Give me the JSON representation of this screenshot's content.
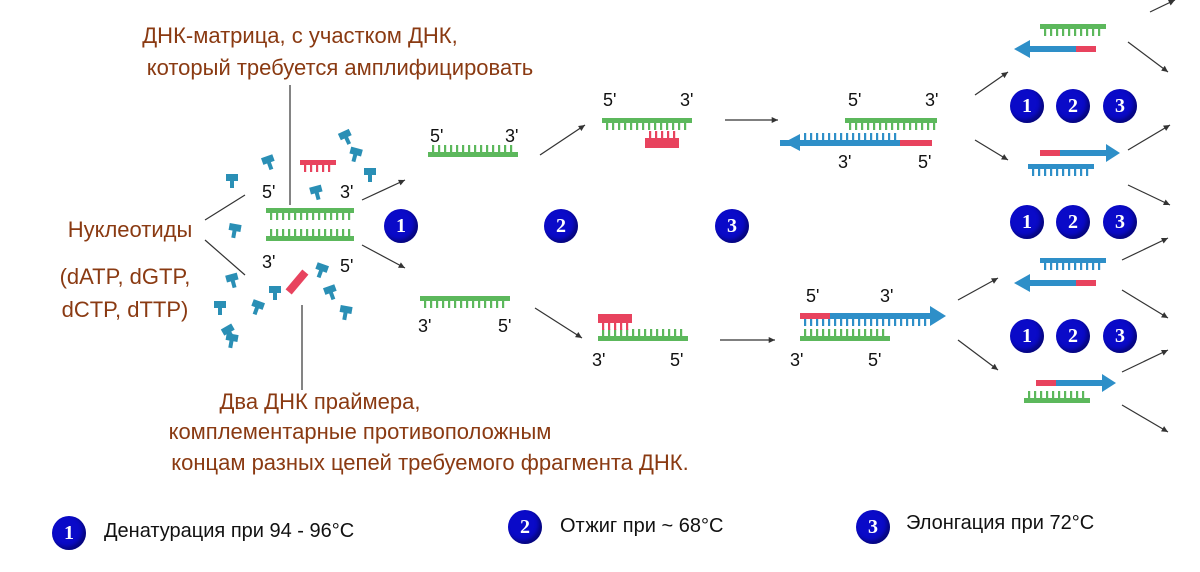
{
  "labels": {
    "template_line1": "ДНК-матрица, с участком ДНК,",
    "template_line2": "который требуется амплифицировать",
    "nucleotides_line1": "Нуклеотиды",
    "nucleotides_line2": "(dATP, dGTP,",
    "nucleotides_line3": "dCTP, dTTP)",
    "primers_line1": "Два  ДНК  праймера,",
    "primers_line2": "комплементарные противоположным",
    "primers_line3": "концам разных цепей требуемого фрагмента ДНК."
  },
  "ends": {
    "five": "5'",
    "three": "3'"
  },
  "steps": [
    {
      "number": "1",
      "text": "Денатурация при 94 - 96°C"
    },
    {
      "number": "2",
      "text": "Отжиг при ~ 68°C"
    },
    {
      "number": "3",
      "text": "Элонгация при 72°C"
    }
  ],
  "colors": {
    "label_text": "#8a3a12",
    "template_strand": "#5cb85c",
    "primer": "#e8435e",
    "new_strand": "#2e8fc8",
    "step_circle": "#0a0ac8"
  }
}
